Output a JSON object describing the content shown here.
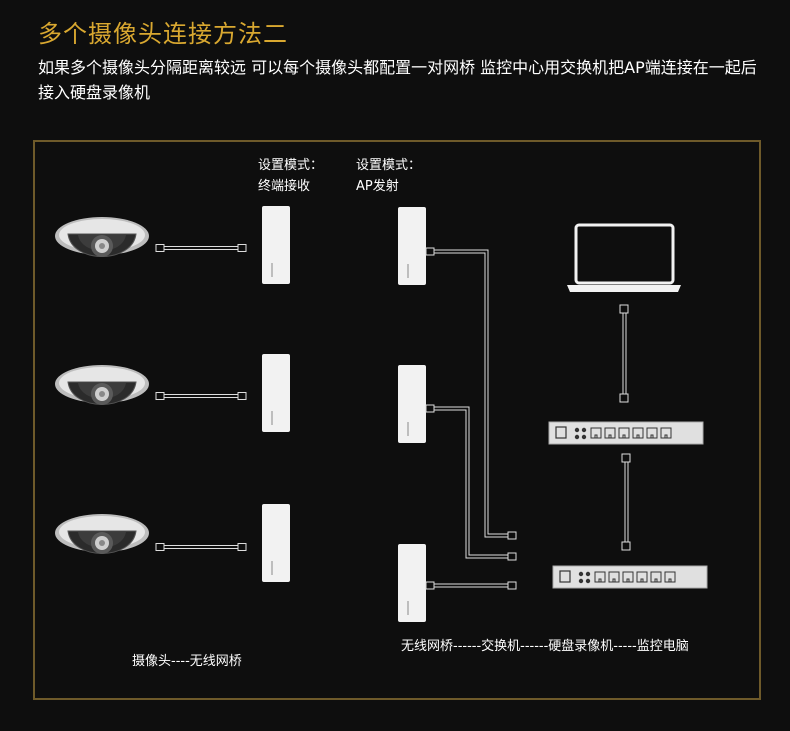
{
  "title": "多个摄像头连接方法二",
  "description": "如果多个摄像头分隔距离较远 可以每个摄像头都配置一对网桥 监控中心用交换机把AP端连接在一起后接入硬盘录像机",
  "receiver_mode": {
    "line1": "设置模式：",
    "line2": "终端接收"
  },
  "ap_mode": {
    "line1": "设置模式：",
    "line2": "AP发射"
  },
  "labels": {
    "left_chain": "摄像头----无线网桥",
    "right_chain": "无线网桥------交换机------硬盘录像机-----监控电脑"
  },
  "colors": {
    "title": "#d9a830",
    "border": "#6e5a2a",
    "background": "#0e0e0e",
    "device": "#f2f2f2"
  }
}
